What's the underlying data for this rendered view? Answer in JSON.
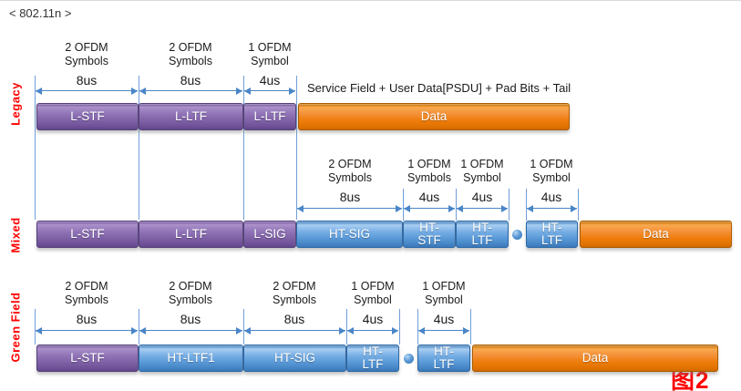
{
  "title": "< 802.11n >",
  "figure_caption": "图2",
  "colors": {
    "purple_block": "#8164a8",
    "blue_block": "#5b9ad8",
    "orange_block": "#ee7d0c",
    "dimension_line": "#4a86c8",
    "row_label_red": "#ff0000"
  },
  "legacy": {
    "row_label": "Legacy",
    "annotations": [
      "2 OFDM\nSymbols",
      "2 OFDM\nSymbols",
      "1 OFDM\nSymbol"
    ],
    "durations": [
      "8us",
      "8us",
      "4us"
    ],
    "data_note": "Service Field + User Data[PSDU] + Pad Bits + Tail",
    "blocks": [
      "L-STF",
      "L-LTF",
      "L-LTF",
      "Data"
    ]
  },
  "mixed": {
    "row_label": "Mixed",
    "annotations": [
      "2 OFDM\nSymbols",
      "1 OFDM\nSymbols",
      "1 OFDM\nSymbol",
      "1 OFDM\nSymbol"
    ],
    "durations": [
      "8us",
      "4us",
      "4us",
      "4us"
    ],
    "blocks": [
      "L-STF",
      "L-LTF",
      "L-SIG",
      "HT-SIG",
      "HT-\nSTF",
      "HT-\nLTF",
      "HT-\nLTF",
      "Data"
    ]
  },
  "greenfield": {
    "row_label": "Green Field",
    "annotations": [
      "2 OFDM\nSymbols",
      "2 OFDM\nSymbols",
      "2 OFDM\nSymbols",
      "1 OFDM\nSymbol",
      "1 OFDM\nSymbol"
    ],
    "durations": [
      "8us",
      "8us",
      "8us",
      "4us",
      "4us"
    ],
    "blocks": [
      "L-STF",
      "HT-LTF1",
      "HT-SIG",
      "HT-\nLTF",
      "HT-\nLTF",
      "Data"
    ]
  }
}
